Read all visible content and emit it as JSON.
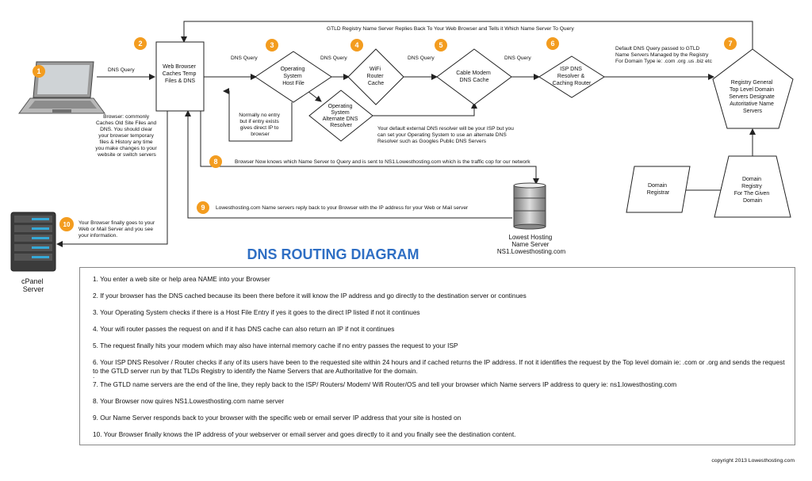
{
  "title": "DNS ROUTING DIAGRAM",
  "copyright": "copyright 2013 Lowesthosting.com",
  "badges": [
    "1",
    "2",
    "3",
    "4",
    "5",
    "6",
    "7",
    "8",
    "9",
    "10"
  ],
  "edges": {
    "dns_query": "DNS Query",
    "top_return": "GTLD Registry Name Server Replies Back To Your Web Browser and Tells it Which Name Server To Query",
    "default_dns": [
      "Default DNS Query passed to GTLD",
      "Name Servers Managed by the Registry",
      "For Domain Type ie: .com .org .us .biz etc"
    ],
    "step8": "Browser Now knows which Name Server to Query and is sent to NS1.Lowesthosting.com which is the traffic cop for our network",
    "step9": "Lowesthosting.com Name servers reply back to your Browser with the IP address for your Web or  Mail server",
    "step10": [
      "Your Browser finally goes to your",
      "Web or Mail Server and you see",
      "your information."
    ]
  },
  "nodes": {
    "browser": [
      "Web Browser",
      "Caches Temp",
      "Files & DNS"
    ],
    "os_host": [
      "Operating",
      "System",
      "Host File"
    ],
    "wifi": [
      "WiFi",
      "Router",
      "Cache"
    ],
    "modem": [
      "Cable Modem",
      "DNS Cache"
    ],
    "isp": [
      "ISP DNS",
      "Resolver &",
      "Caching Router"
    ],
    "registry": [
      "Registry General",
      "Top Level Domain",
      "Servers Designate",
      "Autoritative Name",
      "Servers"
    ],
    "os_alt": [
      "Operating",
      "System",
      "Alternate DNS",
      "Resolver"
    ],
    "domain_registrar": [
      "Domain",
      "Registrar"
    ],
    "domain_registry": [
      "Domain",
      "Registry",
      "For The Given",
      "Domain"
    ]
  },
  "notes": {
    "browser_cache": [
      "Browser: commonly",
      "Caches Old Site Files and",
      "DNS.  You should clear",
      "your browser temporary",
      "files & History any time",
      "you make changes to your",
      "website or switch servers"
    ],
    "host_file": [
      "Normally no entry",
      "but if entry exists",
      "gives direct IP to",
      "browser"
    ],
    "alt_resolver": [
      "Your default external DNS resolver will be your ISP but you",
      "can set your Operating System to use an alternate DNS",
      "Resolver such as Googles Public DNS Servers"
    ]
  },
  "servers": {
    "lowest": [
      "Lowest Hosting",
      "Name Server",
      "NS1.Lowesthosting.com"
    ],
    "cpanel": [
      "cPanel",
      "Server"
    ]
  },
  "steps": [
    "1. You enter a web site or help area NAME into your Browser",
    "2. If your browser has the DNS cached because its been there before it will know the IP address and go directly to the destination server or continues",
    "3. Your Operating System checks if there is a Host File Entry if yes it goes to the direct IP listed if not it continues",
    "4. Your wifi router passes the request on and if it has DNS cache can also return an IP if not it continues",
    "5. The request finally hits your modem which may also have internal memory cache if no entry passes the request to your ISP",
    "6. Your ISP DNS Resolver / Router checks if any of its users have been to the requested site within 24 hours and if cached returns the IP address. If not it identifies the request by the Top level domain ie: .com or .org  and sends the request to the GTLD server run by that TLDs Registry to identify the Name Servers that are Authoritative for  the domain.",
    ".",
    "7. The GTLD name servers are the end of the line, they reply back to the ISP/ Routers/ Modem/ Wifi Router/OS and tell your browser which Name servers IP address to query ie: ns1.lowesthosting.com",
    "8. Your Browser now quires   NS1.Lowesthosting.com name server",
    "9. Our Name Server   responds back to your browser with the specific web or email server IP address that your site is hosted on",
    "10. Your Browser finally knows the IP address of your webserver or email server and goes directly to it and you finally see the destination content."
  ],
  "colors": {
    "badge": "#f39c1f",
    "title": "#2f6fc4",
    "line": "#222222"
  }
}
